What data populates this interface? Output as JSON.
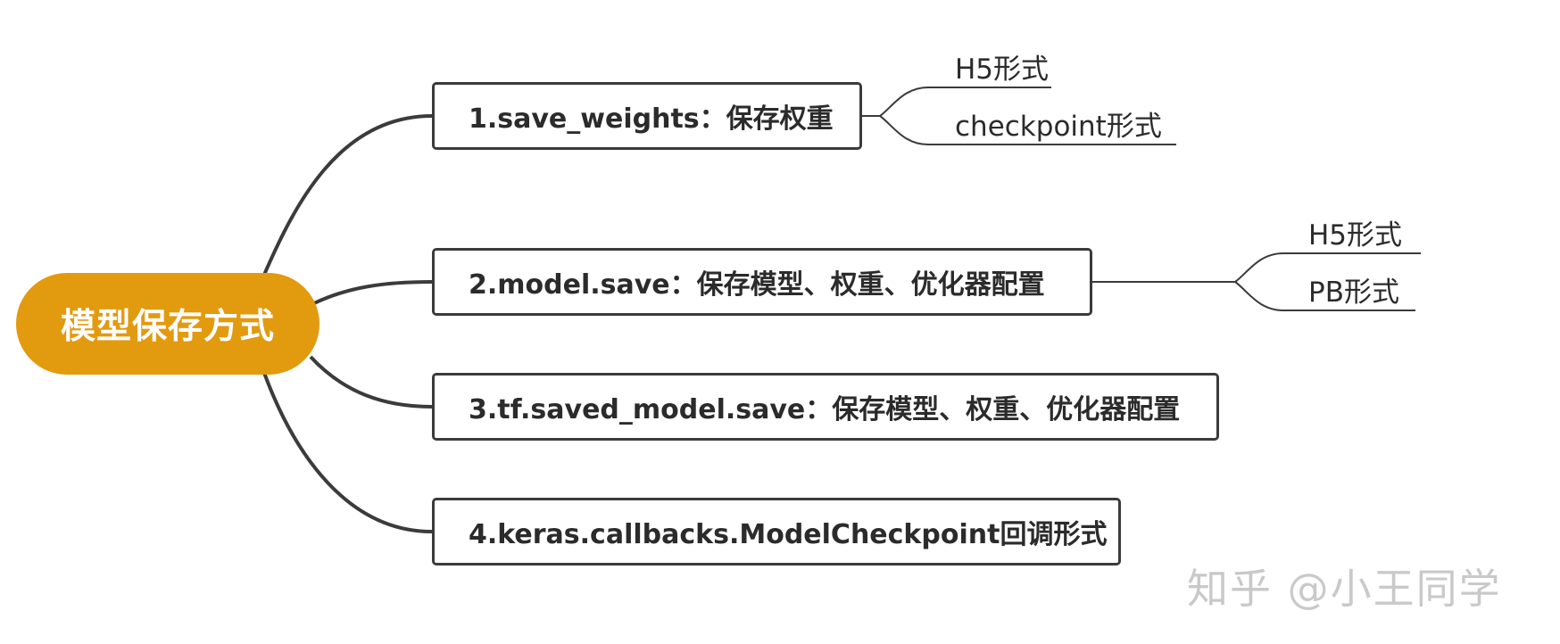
{
  "root": {
    "label": "模型保存方式",
    "color": "#e29a0f"
  },
  "branches": [
    {
      "label": "1.save_weights：保存权重",
      "children": [
        "H5形式",
        "checkpoint形式"
      ]
    },
    {
      "label": "2.model.save：保存模型、权重、优化器配置",
      "children": [
        "H5形式",
        "PB形式"
      ]
    },
    {
      "label": "3.tf.saved_model.save：保存模型、权重、优化器配置",
      "children": []
    },
    {
      "label": "4.keras.callbacks.ModelCheckpoint回调形式",
      "children": []
    }
  ],
  "watermark": "知乎 @小王同学",
  "colors": {
    "line": "#3b3b3b",
    "box_border": "#3b3b3b",
    "watermark": "#c9c9c9"
  }
}
